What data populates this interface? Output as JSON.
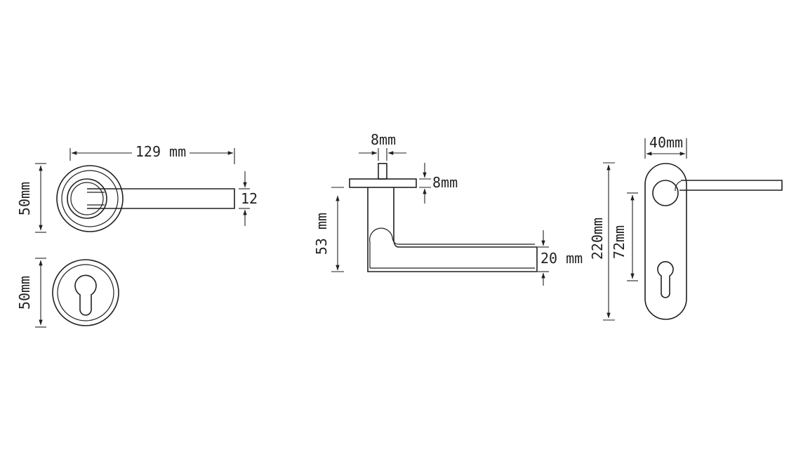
{
  "rose_view": {
    "length_label": "129 mm",
    "rose_diameter_label": "50mm",
    "lever_thickness_label": "12"
  },
  "escutcheon_view": {
    "diameter_label": "50mm"
  },
  "side_view": {
    "spindle_width_label": "8mm",
    "rose_thickness_label": "8mm",
    "projection_label": "53 mm",
    "lever_height_label": "20 mm"
  },
  "plate_view": {
    "width_label": "40mm",
    "height_label": "220mm",
    "centre_distance_label": "72mm"
  }
}
